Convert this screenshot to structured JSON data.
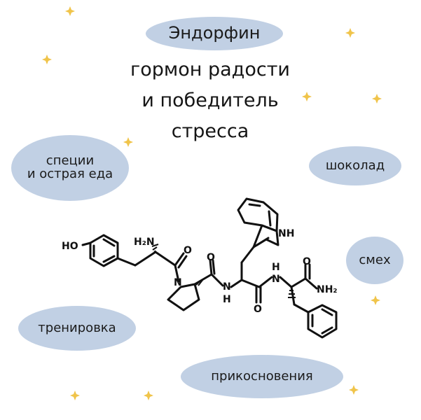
{
  "title": "Эндорфин",
  "subtitle": {
    "line1": "гормон радости",
    "line2": "и победитель",
    "line3": "стресса"
  },
  "sources": {
    "spice_line1": "специи",
    "spice_line2": "и острая еда",
    "chocolate": "шоколад",
    "laughter": "смех",
    "training": "тренировка",
    "touch": "прикосновения"
  },
  "molecule_labels": {
    "ho": "HO",
    "h2n": "H₂N",
    "nh_indole": "NH",
    "n_proline": "N",
    "nh_amide1_n": "N",
    "nh_amide1_h": "H",
    "nh_amide2_h": "H",
    "nh_amide2_n": "N",
    "nh2_terminal": "NH₂",
    "o1": "O",
    "o2": "O",
    "o3": "O",
    "o4": "O"
  },
  "colors": {
    "bubble": "#c1d0e4",
    "sparkle": "#f0c44a",
    "ink": "#111111"
  }
}
